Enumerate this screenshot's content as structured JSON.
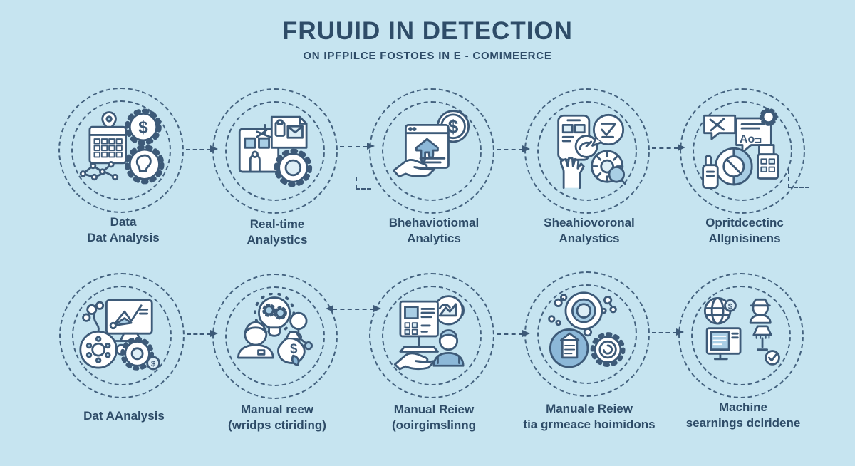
{
  "title": "FRUUID IN DETECTION",
  "subtitle": "ON IPFPILCE FOSTOES IN E - COMIMEERCE",
  "colors": {
    "background": "#c6e4f0",
    "heading": "#2e4c68",
    "label_text": "#2e4c68",
    "line": "#3d5a78",
    "icon_stroke": "#3d5a78",
    "icon_accent": "#a9cee5",
    "icon_accent_dark": "#8cb8d8",
    "icon_accent_light": "#ddeef6"
  },
  "rows": [
    {
      "steps": [
        {
          "icon": "calendar-gear-network-icon",
          "lines": [
            "Data",
            "Dat Analysis"
          ]
        },
        {
          "icon": "dashboard-document-gear-icon",
          "lines": [
            "Real-time",
            "Analystics"
          ]
        },
        {
          "icon": "hand-browser-dollar-icon",
          "lines": [
            "Bhehaviotiomal",
            "Analytics"
          ]
        },
        {
          "icon": "hand-phone-check-bubble-icon",
          "lines": [
            "Sheahiovoronal",
            "Analystics"
          ]
        },
        {
          "icon": "chat-bubbles-pie-calculator-icon",
          "lines": [
            "Opritdcectinc",
            "Allgnisinens"
          ]
        }
      ]
    },
    {
      "steps": [
        {
          "icon": "monitor-chart-molecule-gears-icon",
          "lines": [
            "Dat AAnalysis",
            ""
          ]
        },
        {
          "icon": "person-lightbulb-moneybag-icon",
          "lines": [
            "Manual reew",
            "(wridps ctiriding)"
          ]
        },
        {
          "icon": "hand-form-person-icon",
          "lines": [
            "Manual Reiew",
            "(ooirgimslinng"
          ]
        },
        {
          "icon": "lens-document-gear-icon",
          "lines": [
            "Manuale Reiew",
            "tia grmeace hoimidons"
          ]
        },
        {
          "icon": "globe-monitor-person-check-icon",
          "lines": [
            "Machine",
            "searnings dclridene"
          ]
        }
      ]
    }
  ]
}
